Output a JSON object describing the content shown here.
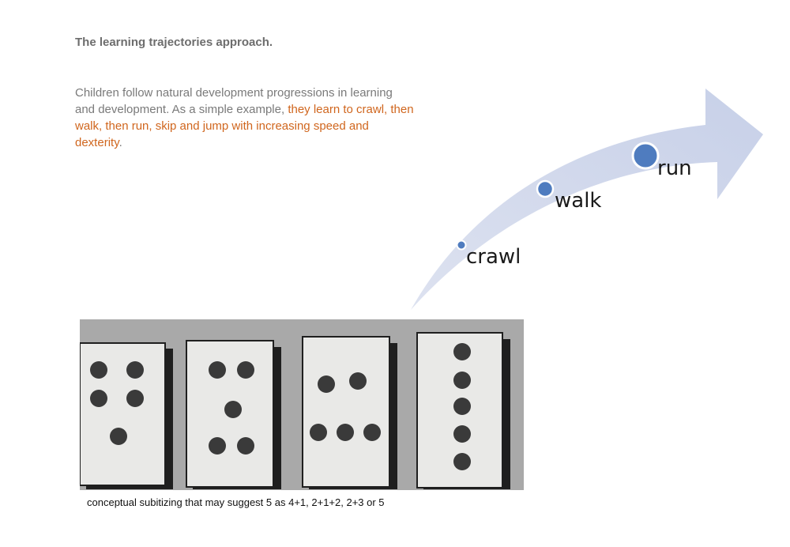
{
  "heading": "The learning trajectories approach.",
  "paragraph": {
    "normal": "Children follow natural development progressions in learning and development. As a simple example, ",
    "highlight": "they learn to crawl, then walk, then run, skip and jump with increasing speed and dexterity",
    "end": "."
  },
  "trajectory": {
    "stages": [
      "crawl",
      "walk",
      "run"
    ],
    "arrow_color": "#cfd6ea",
    "dot_color": "#4f7cbf"
  },
  "subitizing_cards": {
    "dots_per_card": [
      5,
      5,
      5,
      5
    ],
    "arrangements": [
      "4+1",
      "2+1+2",
      "2+3",
      "5"
    ]
  },
  "caption": "conceptual subitizing that may suggest 5 as 4+1, 2+1+2, 2+3 or 5",
  "colors": {
    "heading": "#6d6d6d",
    "body": "#7a7a7a",
    "highlight": "#d0661e"
  }
}
